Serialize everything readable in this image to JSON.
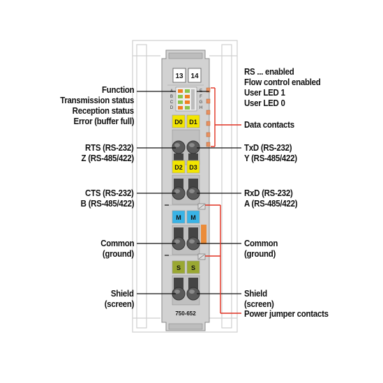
{
  "module": {
    "terminal_numbers": [
      "13",
      "14"
    ],
    "led_letters_left": [
      "A",
      "B",
      "C",
      "D"
    ],
    "led_letters_right": [
      "E",
      "F",
      "G",
      "H"
    ],
    "markers": {
      "d0": "D0",
      "d1": "D1",
      "d2": "D2",
      "d3": "D3",
      "m1": "M",
      "m2": "M",
      "s1": "S",
      "s2": "S"
    },
    "part_number": "750-652"
  },
  "labels_left": {
    "function": "Function",
    "transmission_status": "Transmission status",
    "reception_status": "Reception status",
    "error": "Error (buffer full)",
    "rts_rs232": "RTS (RS-232)",
    "z_rs485": "Z (RS-485/422)",
    "cts_rs232": "CTS (RS-232)",
    "b_rs485": "B (RS-485/422)",
    "common": "Common",
    "ground": "(ground)",
    "shield": "Shield",
    "screen": "(screen)"
  },
  "labels_right": {
    "rs_enabled": "RS ... enabled",
    "flow_control": "Flow control enabled",
    "user_led1": "User LED 1",
    "user_led0": "User LED 0",
    "data_contacts": "Data contacts",
    "txd_rs232": "TxD (RS-232)",
    "y_rs485": "Y (RS-485/422)",
    "rxd_rs232": "RxD (RS-232)",
    "a_rs485": "A (RS-485/422)",
    "common": "Common",
    "ground": "(ground)",
    "shield": "Shield",
    "screen": "(screen)",
    "power_jumper": "Power jumper contacts"
  },
  "colors": {
    "module_gray": "#c8c8c8",
    "rail_gray": "#d9d9d9",
    "yellow_marker": "#f2e500",
    "blue_marker": "#39b3e6",
    "olive_marker": "#9aa832",
    "led_orange": "#f08020",
    "led_green": "#8bc34a",
    "callout_red": "#e03020",
    "contact_orange": "#e89060"
  }
}
